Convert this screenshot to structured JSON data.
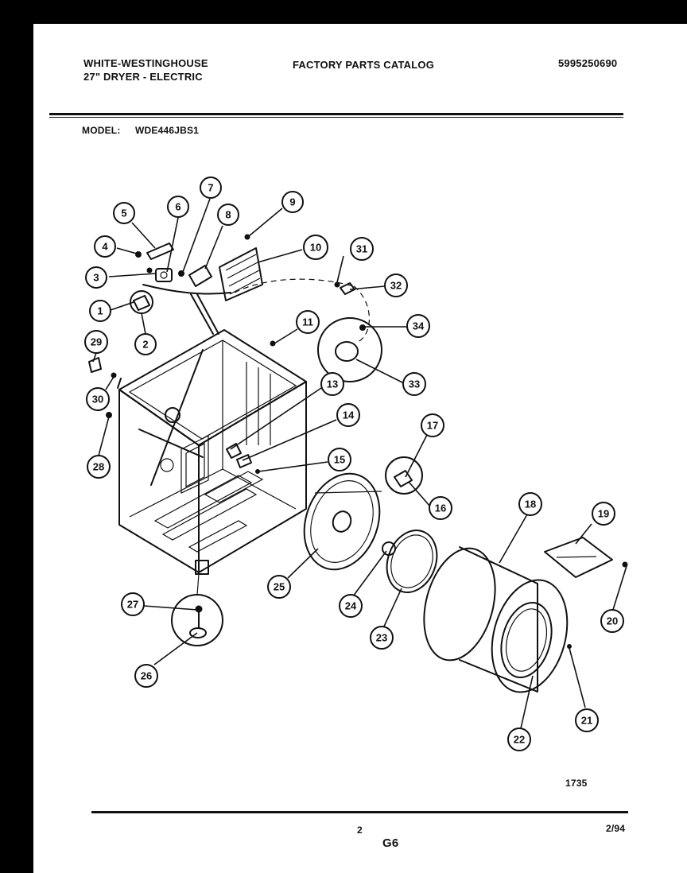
{
  "header": {
    "brand": "WHITE-WESTINGHOUSE",
    "product": "27\" DRYER - ELECTRIC",
    "catalog_title": "FACTORY PARTS CATALOG",
    "catalog_number": "5995250690",
    "model_label": "MODEL:",
    "model_number": "WDE446JBS1"
  },
  "diagram": {
    "figure_number": "1735",
    "callouts": [
      "1",
      "2",
      "3",
      "4",
      "5",
      "6",
      "7",
      "8",
      "9",
      "10",
      "11",
      "13",
      "14",
      "15",
      "16",
      "17",
      "18",
      "19",
      "20",
      "21",
      "22",
      "23",
      "24",
      "25",
      "26",
      "27",
      "28",
      "29",
      "30",
      "31",
      "32",
      "33",
      "34"
    ]
  },
  "footer": {
    "page_number": "2",
    "date": "2/94",
    "section_code": "G6"
  }
}
